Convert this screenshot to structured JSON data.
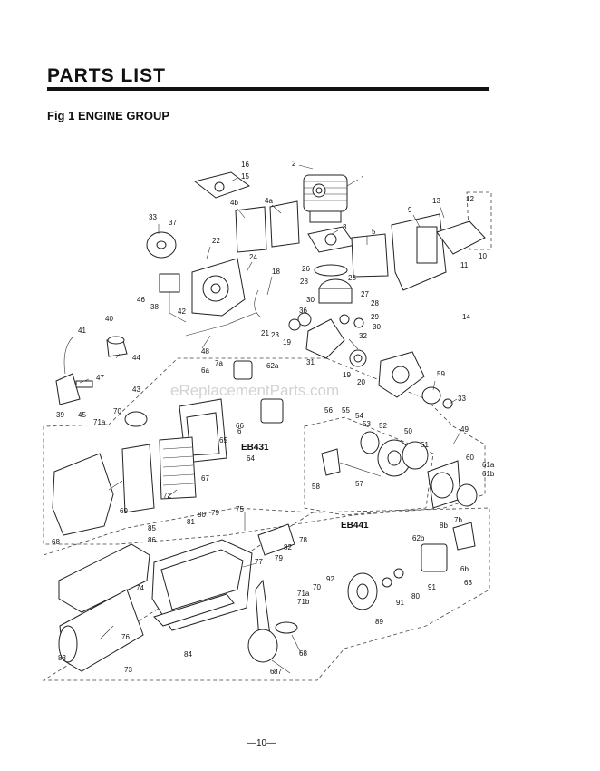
{
  "header": {
    "title": "PARTS LIST",
    "subtitle": "Fig 1 ENGINE GROUP"
  },
  "diagram": {
    "watermark": "eReplacementParts.com",
    "model_labels": {
      "eb431": "EB431",
      "eb441": "EB441"
    },
    "callouts": {
      "c1": "1",
      "c2": "2",
      "c3": "3",
      "c4a": "4a",
      "c4b": "4b",
      "c5": "5",
      "c6": "6",
      "c6a": "6a",
      "c6b": "6b",
      "c7a": "7a",
      "c7b": "7b",
      "c8b": "8b",
      "c9": "9",
      "c10": "10",
      "c11": "11",
      "c12": "12",
      "c13": "13",
      "c14": "14",
      "c15": "15",
      "c16": "16",
      "c18": "18",
      "c19a": "19",
      "c19b": "19",
      "c20": "20",
      "c21": "21",
      "c22": "22",
      "c23": "23",
      "c24": "24",
      "c25": "25",
      "c26": "26",
      "c27": "27",
      "c28a": "28",
      "c28b": "28",
      "c29": "29",
      "c30a": "30",
      "c30b": "30",
      "c31": "31",
      "c32": "32",
      "c33a": "33",
      "c33b": "33",
      "c36": "36",
      "c37": "37",
      "c38": "38",
      "c39": "39",
      "c40": "40",
      "c41": "41",
      "c42": "42",
      "c43": "43",
      "c44": "44",
      "c45": "45",
      "c46": "46",
      "c47": "47",
      "c48": "48",
      "c49": "49",
      "c50": "50",
      "c51": "51",
      "c52": "52",
      "c53": "53",
      "c54": "54",
      "c55": "55",
      "c56": "56",
      "c57": "57",
      "c58": "58",
      "c59": "59",
      "c60": "60",
      "c61a": "61a",
      "c61b": "61b",
      "c62a": "62a",
      "c62b": "62b",
      "c63": "63",
      "c64": "64",
      "c65": "65",
      "c66": "66",
      "c67a": "67",
      "c67b": "67",
      "c68a": "68",
      "c68b": "68",
      "c69": "69",
      "c70a": "70",
      "c70b": "70",
      "c71a1": "71a",
      "c71a2": "71a",
      "c71b": "71b",
      "c72": "72",
      "c73": "73",
      "c74": "74",
      "c75": "75",
      "c76": "76",
      "c77": "77",
      "c78": "78",
      "c79a": "79",
      "c79b": "79",
      "c80a": "80",
      "c80b": "80",
      "c81": "81",
      "c82": "82",
      "c83": "83",
      "c84": "84",
      "c85": "85",
      "c86": "86",
      "c87": "87",
      "c89": "89",
      "c91a": "91",
      "c91b": "91",
      "c92": "92"
    }
  },
  "footer": {
    "page_number": "—10—"
  }
}
